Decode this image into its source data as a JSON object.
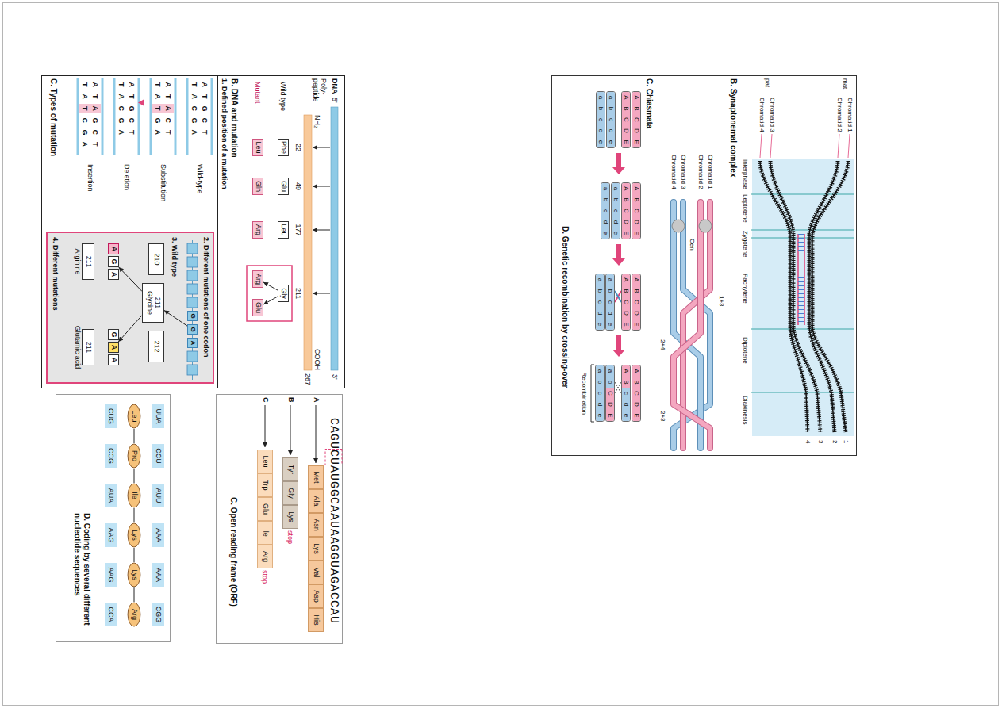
{
  "diagram": {
    "nodes": [
      {
        "text": [
          "Phe"
        ]
      },
      {
        "text": [
          "Glu"
        ]
      },
      {
        "text": [
          "Leu"
        ]
      },
      {
        "text": [
          "Gly"
        ]
      },
      {
        "text": [
          "Leu"
        ]
      },
      {
        "text": [
          "Gln"
        ]
      },
      {
        "text": [
          "Arg"
        ]
      },
      {
        "text": [
          "Arg"
        ]
      },
      {
        "text": [
          "Glu"
        ]
      },
      {
        "text": [
          "G"
        ]
      },
      {
        "text": [
          "G"
        ]
      },
      {
        "text": [
          "A"
        ]
      },
      {
        "text": [
          "210"
        ]
      },
      {
        "text": [
          "211",
          "Glycine"
        ]
      },
      {
        "text": [
          "212"
        ]
      },
      {
        "text": [
          "A"
        ]
      },
      {
        "text": [
          "G"
        ]
      },
      {
        "text": [
          "A"
        ]
      },
      {
        "text": [
          "G"
        ]
      },
      {
        "text": [
          "A"
        ]
      },
      {
        "text": [
          "A"
        ]
      },
      {
        "text": [
          "211",
          "Arginine"
        ]
      },
      {
        "text": [
          "211",
          "Glutamic acid"
        ]
      },
      {
        "text": [
          "Met"
        ]
      },
      {
        "text": [
          "Ala"
        ]
      },
      {
        "text": [
          "Asn"
        ]
      },
      {
        "text": [
          "Lys"
        ]
      },
      {
        "text": [
          "Val"
        ]
      },
      {
        "text": [
          "Asp"
        ]
      },
      {
        "text": [
          "His"
        ]
      },
      {
        "text": [
          "Tyr"
        ]
      },
      {
        "text": [
          "Gly"
        ]
      },
      {
        "text": [
          "Lys"
        ]
      },
      {
        "text": [
          "Leu"
        ]
      },
      {
        "text": [
          "Trp"
        ]
      },
      {
        "text": [
          "Glu"
        ]
      },
      {
        "text": [
          "Ile"
        ]
      },
      {
        "text": [
          "Arg"
        ]
      },
      {
        "text": [
          "UUA"
        ]
      },
      {
        "text": [
          "CCU"
        ]
      },
      {
        "text": [
          "AUU"
        ]
      },
      {
        "text": [
          "AAA"
        ]
      },
      {
        "text": [
          "AAA"
        ]
      },
      {
        "text": [
          "CGG"
        ]
      },
      {
        "text": [
          "Leu"
        ]
      },
      {
        "text": [
          "Pro"
        ]
      },
      {
        "text": [
          "Ile"
        ]
      },
      {
        "text": [
          "Lys"
        ]
      },
      {
        "text": [
          "Lys"
        ]
      },
      {
        "text": [
          "Arg"
        ]
      },
      {
        "text": [
          "CUG"
        ]
      },
      {
        "text": [
          "CCG"
        ]
      },
      {
        "text": [
          "AUA"
        ]
      },
      {
        "text": [
          "AAG"
        ]
      },
      {
        "text": [
          "AAG"
        ]
      },
      {
        "text": [
          "CCA"
        ]
      },
      {
        "text": [
          "A",
          "B",
          "C",
          "D",
          "E"
        ]
      },
      {
        "text": [
          "A",
          "B",
          "C",
          "D",
          "E"
        ]
      },
      {
        "text": [
          "a",
          "b",
          "c",
          "d",
          "e"
        ]
      },
      {
        "text": [
          "a",
          "b",
          "c",
          "d",
          "e"
        ]
      },
      {
        "text": [
          "A",
          "B",
          "C",
          "D",
          "E"
        ]
      },
      {
        "text": [
          "A",
          "B",
          "C",
          "D",
          "E"
        ]
      },
      {
        "text": [
          "a",
          "b",
          "c",
          "d",
          "e"
        ]
      },
      {
        "text": [
          "a",
          "b",
          "c",
          "d",
          "e"
        ]
      },
      {
        "text": [
          "A",
          "B",
          "C",
          "D",
          "E"
        ]
      },
      {
        "text": [
          "A",
          "B",
          "C",
          "D",
          "E"
        ]
      },
      {
        "text": [
          "a",
          "b",
          "c",
          "d",
          "e"
        ]
      },
      {
        "text": [
          "a",
          "b",
          "c",
          "d",
          "e"
        ]
      },
      {
        "text": [
          "A",
          "B",
          "C",
          "D",
          "E"
        ]
      },
      {
        "text": [
          "A",
          "B",
          "c",
          "d",
          "e"
        ]
      },
      {
        "text": [
          "a",
          "b",
          "C",
          "D",
          "E"
        ]
      },
      {
        "text": [
          "a",
          "b",
          "c",
          "d",
          "e"
        ]
      }
    ],
    "edges": [
      {
        "from": 3,
        "to": 7,
        "arrow": "to"
      },
      {
        "from": 3,
        "to": 8,
        "arrow": "to"
      },
      {
        "from": 10,
        "to": 13,
        "arrow": "to"
      },
      {
        "from": 13,
        "to": 16,
        "arrow": "to"
      },
      {
        "from": 13,
        "to": 19,
        "arrow": "to"
      },
      {
        "from": 44,
        "to": 45,
        "arrow": "none"
      },
      {
        "from": 45,
        "to": 46,
        "arrow": "none"
      },
      {
        "from": 46,
        "to": 47,
        "arrow": "none"
      },
      {
        "from": 47,
        "to": 48,
        "arrow": "none"
      },
      {
        "from": 48,
        "to": 49,
        "arrow": "none"
      }
    ],
    "labels": [
      "DNA",
      "5'",
      "3'",
      "Poly- peptide",
      "NH₂",
      "COOH",
      "22",
      "49",
      "177",
      "211",
      "267",
      "Wild type",
      "Mutant",
      "B. DNA and mutation",
      "1. Defined position of a mutation",
      "A",
      "T",
      "G",
      "C",
      "T",
      "T",
      "A",
      "C",
      "G",
      "A",
      "Wild-type",
      "A",
      "T",
      "A",
      "C",
      "T",
      "T",
      "A",
      "T",
      "G",
      "A",
      "Substitution",
      "A",
      "T",
      "G",
      "C",
      "T",
      "T",
      "A",
      "C",
      "G",
      "A",
      "Deletion",
      "A",
      "T",
      "A",
      "G",
      "C",
      "T",
      "T",
      "A",
      "T",
      "C",
      "G",
      "A",
      "Insertion",
      "C. Types of mutation",
      "2. Different mutations of one codon",
      "3. Wild type",
      "4. Different mutations",
      "CAGUCUAUGGCAAUAAGGUAGACCAU",
      "A",
      "B",
      "C",
      "stop",
      "stop",
      "C. Open reading frame (ORF)",
      "D. Coding by several different nucleotide sequences",
      "mat",
      "Chromatid 1",
      "Chromatid 2",
      "pat",
      "Chromatid 3",
      "Chromatid 4",
      "Interphase",
      "Leptotene",
      "Zygotene",
      "Pachytene",
      "Diplotene",
      "Diakinesis",
      "1",
      "2",
      "3",
      "4",
      "B. Synaptonemal complex",
      "Chromatid 1",
      "Chromatid 2",
      "Chromatid 3",
      "Chromatid 4",
      "Cen",
      "1+3",
      "2+4",
      "2+3",
      "C. Chiasmata",
      "Recombination",
      "D. Genetic recombination by crossing-over"
    ]
  }
}
